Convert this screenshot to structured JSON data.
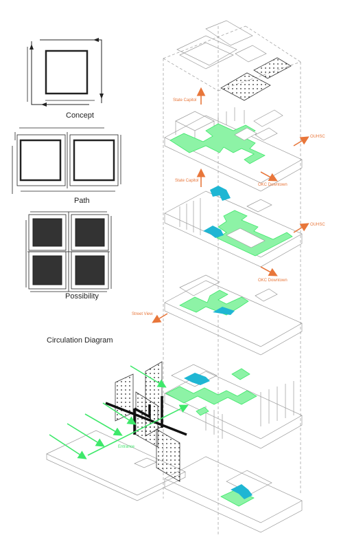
{
  "colors": {
    "line": "#222222",
    "thin": "#9a9a9a",
    "green": "#3ee86a",
    "green_fill": "#8df3a6",
    "orange": "#e8763a",
    "cyan": "#1fb6d3",
    "dark_fill": "#333333"
  },
  "legend": {
    "concept": "Concept",
    "path": "Path",
    "possibility": "Possibility",
    "circulation": "Circulation Diagram"
  },
  "labels": {
    "state_capitol_1": "State Capitol",
    "state_capitol_2": "State Capitol",
    "ouhsc_1": "OUHSC",
    "ouhsc_2": "OUHSC",
    "okc_downtown_1": "OKC Downtown",
    "okc_downtown_2": "OKC Downtown",
    "street_view": "Street View",
    "entrance": "Entrance"
  }
}
